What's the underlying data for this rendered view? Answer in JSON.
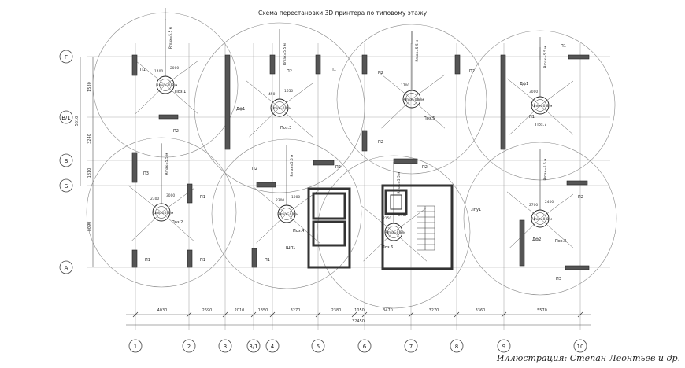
{
  "title": "Схема перестановки 3D принтера по типовому этажу",
  "credit": "Иллюстрация: Степан Леонтьев и др.",
  "row_axes": [
    "Г",
    "В/1",
    "В",
    "Б",
    "А"
  ],
  "column_axes": [
    "1",
    "2",
    "3",
    "3/1",
    "4",
    "5",
    "6",
    "7",
    "8",
    "9",
    "10"
  ],
  "row_dimensions": [
    "1530",
    "3240",
    "5610",
    "1810",
    "6090"
  ],
  "column_dimensions": [
    "4030",
    "2690",
    "2010",
    "1350",
    "3270",
    "2380",
    "1050",
    "3470",
    "3270",
    "3360",
    "5570"
  ],
  "overall_dimension": "32450",
  "printer_positions": [
    {
      "id": "Поз.1",
      "radius_label": "Rmax=5.5 м",
      "reach_label": "Rmin=0.8 м",
      "dims": [
        "1400",
        "2000"
      ],
      "walls": [
        "П1",
        "П2"
      ]
    },
    {
      "id": "Поз.2",
      "radius_label": "Rmax=5.5 м",
      "reach_label": "Rmin=0.8 м",
      "dims": [
        "2300",
        "3000"
      ],
      "walls": [
        "П1",
        "П3"
      ]
    },
    {
      "id": "Поз.3",
      "radius_label": "Rmax=5.5 м",
      "reach_label": "Rmin=0.8 м",
      "dims": [
        "450",
        "1650"
      ],
      "walls": [
        "Дф1",
        "П2",
        "П1"
      ]
    },
    {
      "id": "Поз.4",
      "radius_label": "Rmax=5.5 м",
      "reach_label": "Rmin=0.8 м",
      "dims": [
        "2300",
        "1000"
      ],
      "walls": [
        "П2",
        "П1",
        "ШП1"
      ]
    },
    {
      "id": "Поз.5",
      "radius_label": "Rmax=5.5 м",
      "reach_label": "Rmin=0.8 м",
      "dims": [
        "1700"
      ],
      "walls": [
        "П2",
        "П1"
      ]
    },
    {
      "id": "Поз.6",
      "radius_label": "Rmax=5.5 м",
      "reach_label": "Rmin=0.8 м",
      "dims": [
        "2150",
        "2187"
      ],
      "walls": [
        "П2",
        "Лпу1"
      ]
    },
    {
      "id": "Поз.7",
      "radius_label": "Rmax=5.5 м",
      "reach_label": "Rmin=0.8 м",
      "dims": [
        "3000"
      ],
      "walls": [
        "П1",
        "Дф1"
      ]
    },
    {
      "id": "Поз.8",
      "radius_label": "Rmax=5.5 м",
      "reach_label": "Rmin=0.8 м",
      "dims": [
        "2700",
        "2400"
      ],
      "walls": [
        "П2",
        "П3",
        "Дф2"
      ]
    }
  ]
}
